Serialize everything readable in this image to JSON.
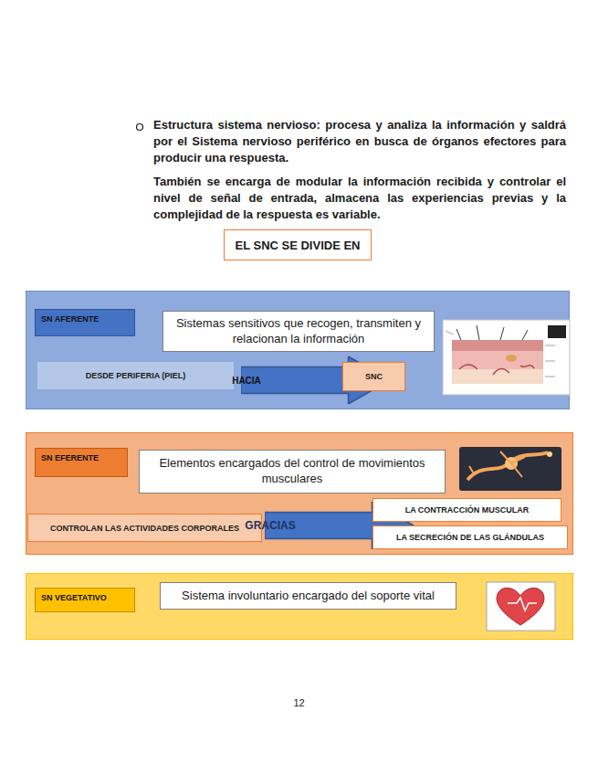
{
  "diagram": {
    "nodes": [
      {
        "text": [
          "EL SNC SE DIVIDE EN"
        ]
      },
      {
        "text": [
          "SN AFERENTE"
        ]
      },
      {
        "text": [
          "Sistemas sensitivos que recogen, transmiten y relacionan la información"
        ]
      },
      {
        "text": [
          "DESDE PERIFERIA (PIEL)"
        ]
      },
      {
        "text": [
          "HACIA"
        ]
      },
      {
        "text": [
          "SNC"
        ]
      },
      {
        "text": [
          "SN EFERENTE"
        ]
      },
      {
        "text": [
          "Elementos encargados del control de movimientos musculares"
        ]
      },
      {
        "text": [
          "CONTROLAN LAS ACTIVIDADES CORPORALES"
        ]
      },
      {
        "text": [
          "GRACIAS"
        ]
      },
      {
        "text": [
          "LA CONTRACCIÓN MUSCULAR"
        ]
      },
      {
        "text": [
          "LA SECRECIÓN DE LAS GLÁNDULAS"
        ]
      },
      {
        "text": [
          "SN VEGETATIVO"
        ]
      },
      {
        "text": [
          "Sistema involuntario encargado del soporte vital"
        ]
      }
    ],
    "labels": [
      "Estructura sistema nervioso: procesa y analiza la información y saldrá por el Sistema nervioso periférico en busca de órganos efectores para producir una respuesta.",
      "También se encarga de modular la información recibida y controlar el nivel de señal de entrada, almacena las experiencias previas y la complejidad de la respuesta es variable.",
      "12"
    ]
  }
}
